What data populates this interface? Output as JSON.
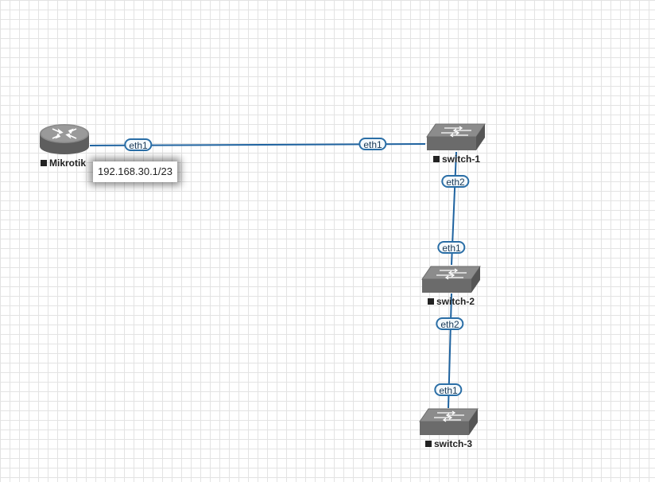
{
  "nodes": {
    "mikrotik": {
      "label": "Mikrotik",
      "icon": "router-icon"
    },
    "switch1": {
      "label": "switch-1",
      "icon": "switch-icon"
    },
    "switch2": {
      "label": "switch-2",
      "icon": "switch-icon"
    },
    "switch3": {
      "label": "switch-3",
      "icon": "switch-icon"
    }
  },
  "ports": {
    "mikrotik_eth1": "eth1",
    "switch1_eth1": "eth1",
    "switch1_eth2": "eth2",
    "switch2_eth1": "eth1",
    "switch2_eth2": "eth2",
    "switch3_eth1": "eth1"
  },
  "ip_label": "192.168.30.1/23",
  "colors": {
    "link": "#1f63a0",
    "device": "#6b6b6b",
    "port_border": "#2a6ea6",
    "grid": "#e3e3e3"
  }
}
